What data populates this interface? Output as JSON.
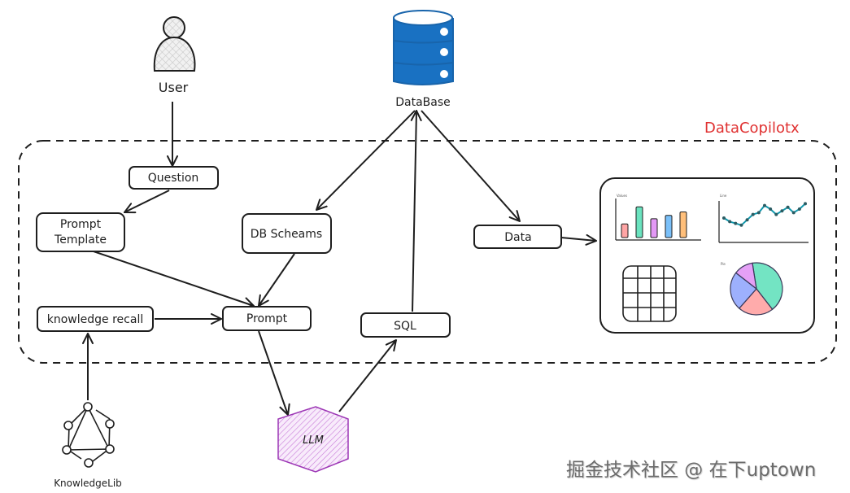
{
  "diagram": {
    "container_title": "DataCopilotx",
    "container_title_color": "#e03131",
    "nodes": {
      "user": {
        "label": "User",
        "icon": "user-icon"
      },
      "database": {
        "label": "DataBase",
        "icon": "database-icon",
        "color": "#1971c2"
      },
      "question": {
        "label": "Question"
      },
      "prompt_template": {
        "label_line1": "Prompt",
        "label_line2": "Template"
      },
      "db_schemas": {
        "label": "DB Scheams"
      },
      "knowledge_recall": {
        "label": "knowledge recall"
      },
      "prompt": {
        "label": "Prompt"
      },
      "sql": {
        "label": "SQL"
      },
      "data": {
        "label": "Data"
      },
      "llm": {
        "label": "LLM",
        "color": "#9c36b5"
      },
      "knowledge_lib": {
        "label": "KnowledgeLib",
        "icon": "knowledge-graph-icon"
      },
      "visualization": {
        "charts": [
          {
            "type": "bar",
            "label": "Values",
            "bar_colors": [
              "#ff8787",
              "#38d9a9",
              "#da77f2",
              "#4dabf7",
              "#ffa94d"
            ],
            "values": [
              0.4,
              0.9,
              0.55,
              0.65,
              0.75
            ]
          },
          {
            "type": "line",
            "label": "Line",
            "color": "#1098ad",
            "values": [
              0.5,
              0.4,
              0.35,
              0.3,
              0.45,
              0.6,
              0.65,
              0.85,
              0.75,
              0.6,
              0.7,
              0.8,
              0.65,
              0.75,
              0.9
            ]
          },
          {
            "type": "table",
            "label": ""
          },
          {
            "type": "pie",
            "label": "Pie",
            "slice_colors": [
              "#38d9a9",
              "#ff8787",
              "#748ffc",
              "#da77f2"
            ],
            "fractions": [
              0.42,
              0.22,
              0.24,
              0.12
            ]
          }
        ]
      }
    },
    "edges": [
      {
        "from": "User",
        "to": "Question"
      },
      {
        "from": "Question",
        "to": "Prompt Template"
      },
      {
        "from": "Prompt Template",
        "to": "Prompt"
      },
      {
        "from": "DB Scheams",
        "to": "Prompt"
      },
      {
        "from": "knowledge recall",
        "to": "Prompt"
      },
      {
        "from": "KnowledgeLib",
        "to": "knowledge recall"
      },
      {
        "from": "Prompt",
        "to": "LLM"
      },
      {
        "from": "LLM",
        "to": "SQL"
      },
      {
        "from": "SQL",
        "to": "DataBase"
      },
      {
        "from": "DataBase",
        "to": "DB Scheams"
      },
      {
        "from": "DataBase",
        "to": "Data"
      },
      {
        "from": "Data",
        "to": "Visualization"
      }
    ]
  },
  "watermark": "掘金技术社区 @ 在下uptown"
}
